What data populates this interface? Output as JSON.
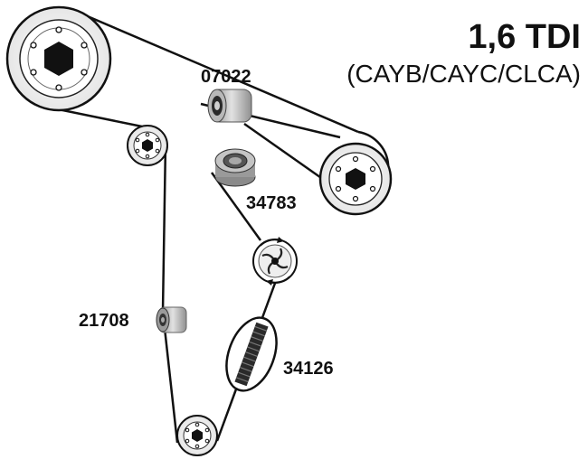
{
  "header": {
    "title": "1,6 TDI",
    "subtitle": "(CAYB/CAYC/CLCA)"
  },
  "parts": {
    "idler_top": "07022",
    "tensioner": "34783",
    "guide_roller": "21708",
    "belt": "34126"
  },
  "components": {
    "crank_pulley": "crank-pulley-icon",
    "cam_pulley": "cam-pulley-icon",
    "water_pump": "water-pump-icon",
    "small_pulley": "small-pulley-icon"
  }
}
